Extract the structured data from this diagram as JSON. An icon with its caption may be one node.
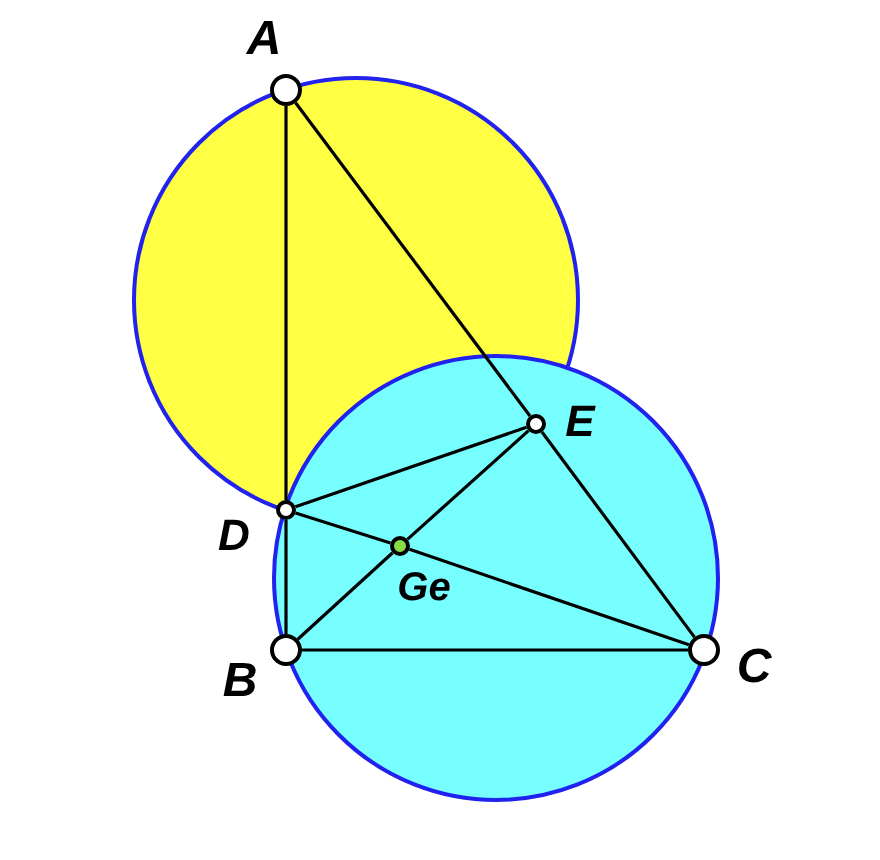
{
  "diagram": {
    "nodes": [
      {
        "text": [],
        "shape": "circle",
        "beside": [
          "A"
        ]
      },
      {
        "text": [],
        "shape": "circle",
        "beside": [
          "B"
        ]
      },
      {
        "text": [],
        "shape": "circle",
        "beside": [
          "C"
        ]
      },
      {
        "text": [],
        "shape": "circle",
        "beside": [
          "D"
        ]
      },
      {
        "text": [],
        "shape": "circle",
        "beside": [
          "E"
        ]
      },
      {
        "text": [],
        "shape": "circle",
        "beside": [
          "Ge"
        ]
      }
    ],
    "edges": [
      {
        "from": 0,
        "to": 3,
        "arrow": "none"
      },
      {
        "from": 3,
        "to": 1,
        "arrow": "none"
      },
      {
        "from": 0,
        "to": 4,
        "arrow": "none"
      },
      {
        "from": 4,
        "to": 2,
        "arrow": "none"
      },
      {
        "from": 1,
        "to": 2,
        "arrow": "none"
      },
      {
        "from": 3,
        "to": 4,
        "arrow": "none"
      },
      {
        "from": 3,
        "to": 5,
        "arrow": "none"
      },
      {
        "from": 5,
        "to": 2,
        "arrow": "none"
      },
      {
        "from": 1,
        "to": 5,
        "arrow": "none"
      },
      {
        "from": 5,
        "to": 4,
        "arrow": "none"
      }
    ]
  }
}
